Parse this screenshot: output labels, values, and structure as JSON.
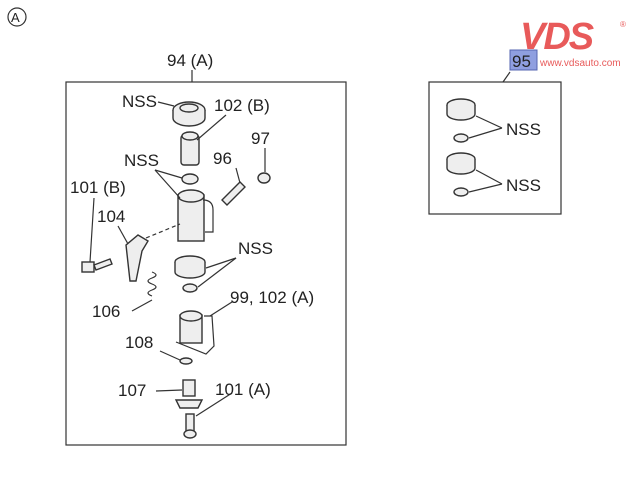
{
  "diagram": {
    "section_marker": "A",
    "assembly": {
      "label": "94 (A)",
      "callouts": {
        "nss_top": "NSS",
        "p102b": "102 (B)",
        "p97": "97",
        "nss_mid": "NSS",
        "p96": "96",
        "p101b": "101 (B)",
        "p104": "104",
        "nss_lower": "NSS",
        "p106": "106",
        "p99_102a": "99, 102 (A)",
        "p108": "108",
        "p107": "107",
        "p101a": "101 (A)"
      }
    },
    "kit": {
      "label": "95",
      "label_highlight": "#8f9fe0",
      "callouts": {
        "nss_a": "NSS",
        "nss_b": "NSS"
      }
    }
  },
  "watermark": {
    "brand": "VDS",
    "url": "www.vdsauto.com",
    "registered": "®",
    "color": "#e85a5a"
  }
}
